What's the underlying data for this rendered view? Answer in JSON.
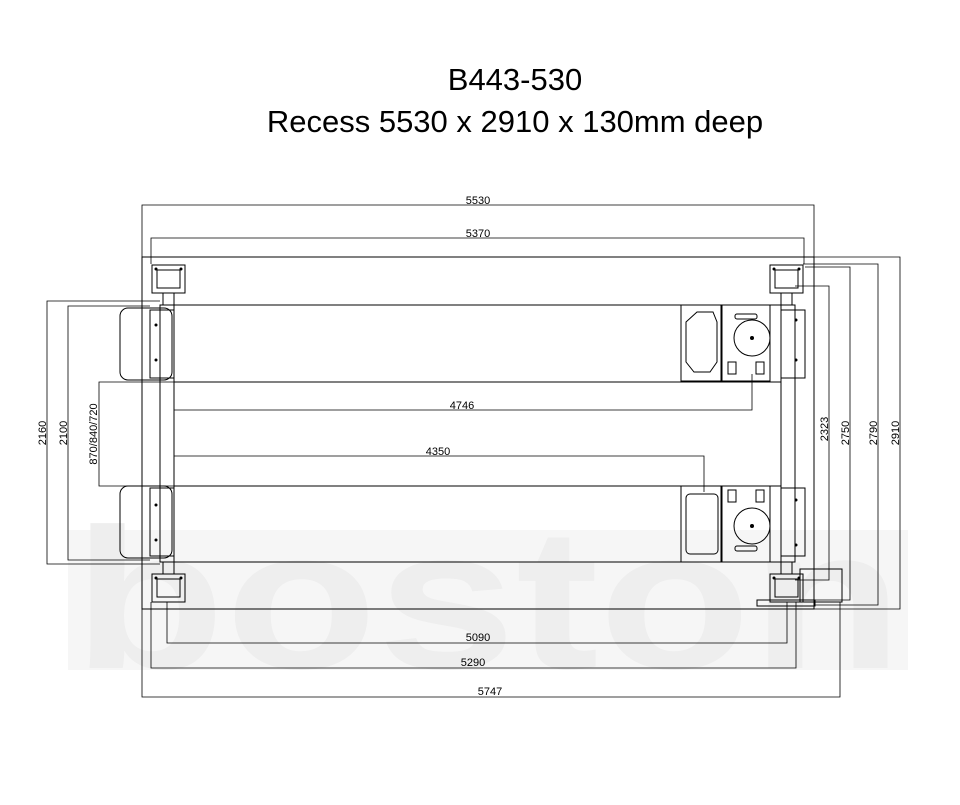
{
  "header": {
    "model": "B443-530",
    "recess": "Recess 5530 x 2910 x 130mm deep"
  },
  "watermark": "boston",
  "dimensions": {
    "top_5530": "5530",
    "top_5370": "5370",
    "inner_4746": "4746",
    "inner_4350": "4350",
    "bottom_5090": "5090",
    "bottom_5290": "5290",
    "bottom_5747": "5747",
    "left_2160": "2160",
    "left_2100": "2100",
    "left_870_840_720": "870/840/720",
    "right_2323": "2323",
    "right_2750": "2750",
    "right_2790": "2790",
    "right_2910": "2910"
  }
}
